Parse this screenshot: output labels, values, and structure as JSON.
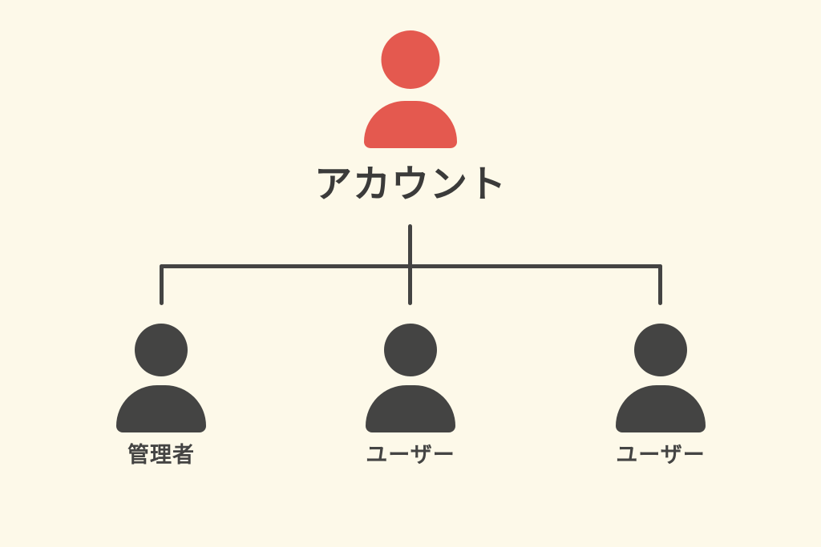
{
  "diagram": {
    "title_text": "アカウント",
    "background_color": "#fdf9e9",
    "accent_color": "#e4594f",
    "node_color": "#444443",
    "root": {
      "label": "アカウント",
      "icon": "person-icon",
      "color": "#e4594f"
    },
    "children": [
      {
        "label": "管理者",
        "icon": "person-icon",
        "color": "#444443"
      },
      {
        "label": "ユーザー",
        "icon": "person-icon",
        "color": "#444443"
      },
      {
        "label": "ユーザー",
        "icon": "person-icon",
        "color": "#444443"
      }
    ]
  }
}
